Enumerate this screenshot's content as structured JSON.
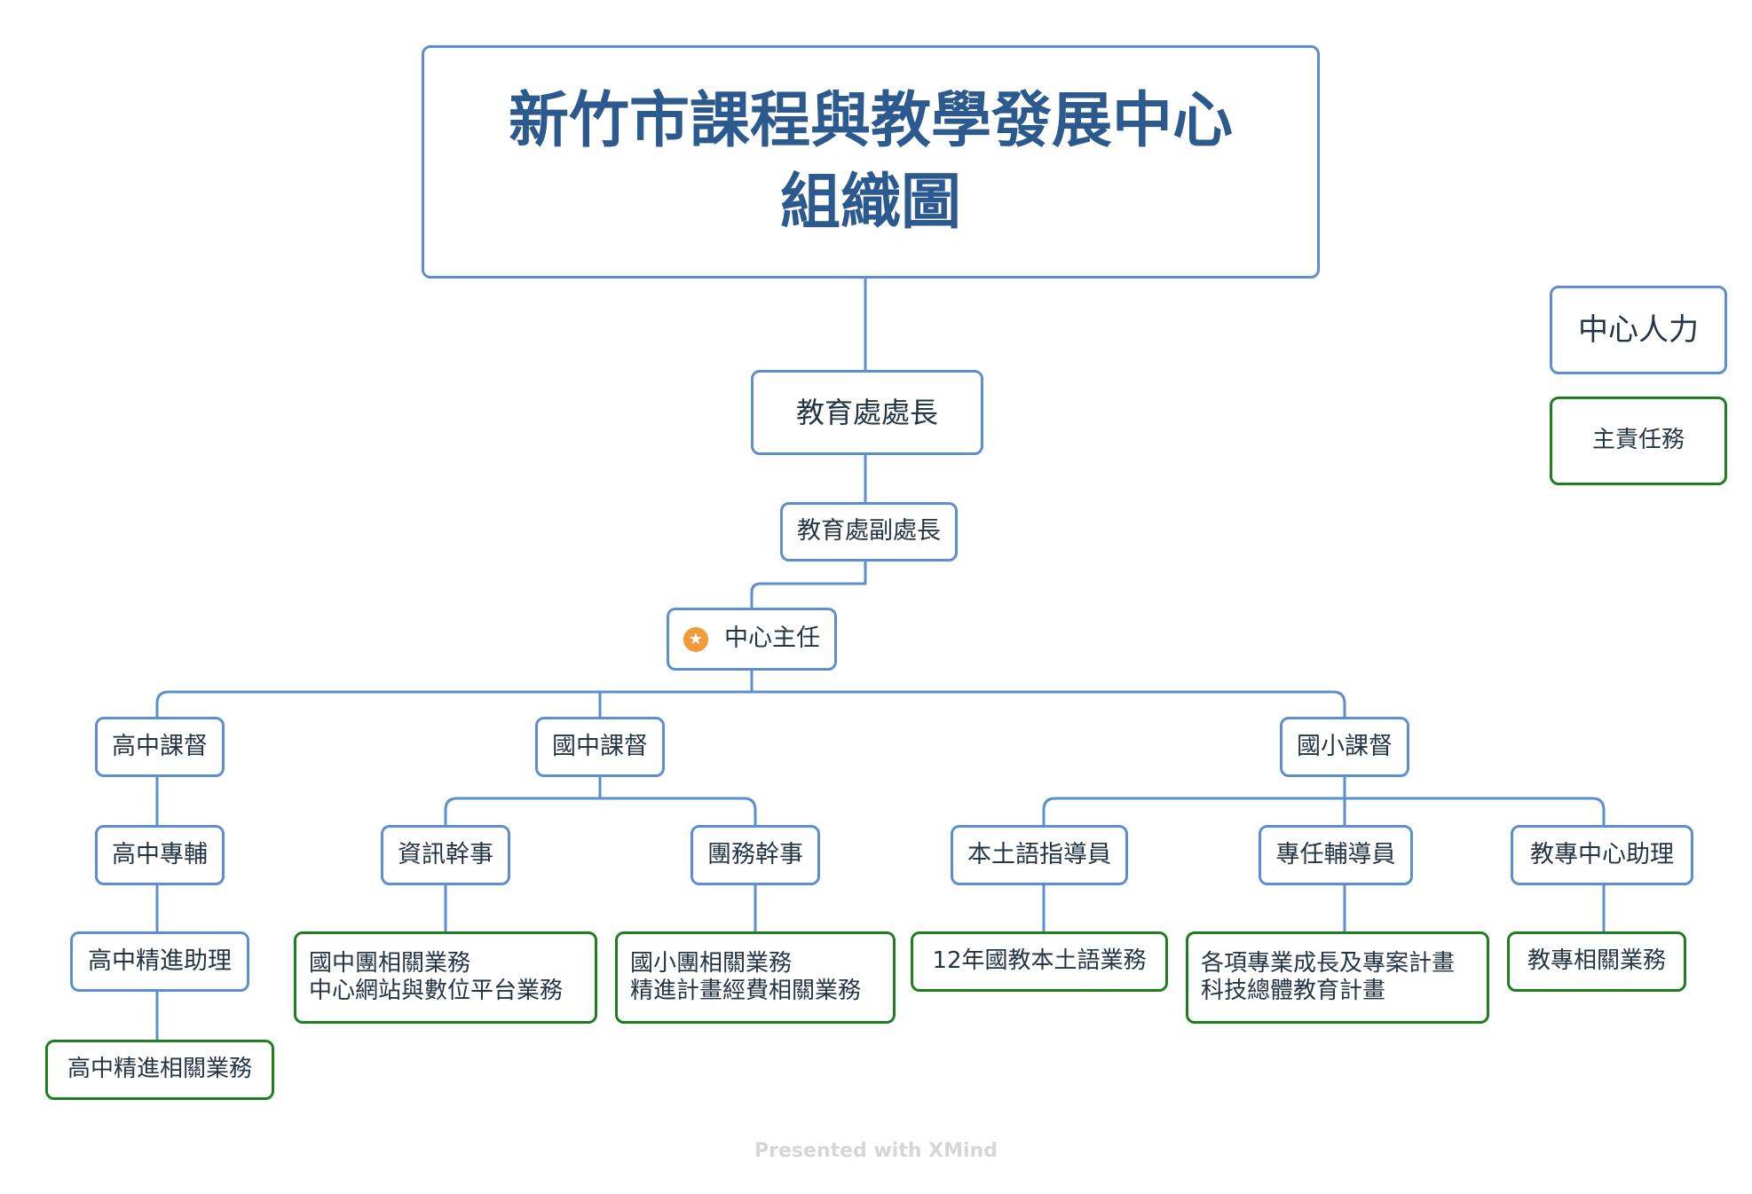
{
  "title": {
    "line1": "新竹市課程與教學發展中心",
    "line2": "組織圖"
  },
  "legend": {
    "staff": "中心人力",
    "task": "主責任務"
  },
  "nodes": {
    "director_general": "教育處處長",
    "deputy_director": "教育處副處長",
    "center_director": "中心主任",
    "hs_supervisor": "高中課督",
    "jh_supervisor": "國中課督",
    "es_supervisor": "國小課督",
    "hs_counselor": "高中專輔",
    "hs_assistant": "高中精進助理",
    "hs_task": "高中精進相關業務",
    "it_officer": "資訊幹事",
    "group_officer": "團務幹事",
    "it_task_1": "國中團相關業務",
    "it_task_2": "中心網站與數位平台業務",
    "group_task_1": "國小團相關業務",
    "group_task_2": "精進計畫經費相關業務",
    "local_lang_mentor": "本土語指導員",
    "fulltime_counselor": "專任輔導員",
    "center_assistant": "教專中心助理",
    "local_lang_task": "12年國教本土語業務",
    "counselor_task_1": "各項專業成長及專案計畫",
    "counselor_task_2": "科技總體教育計畫",
    "assistant_task": "教專相關業務"
  },
  "icons": {
    "center_director": "star-icon"
  },
  "colors": {
    "staff_border": "#5b8fd0",
    "task_border": "#1f7f1f",
    "title_text": "#2c5a8f",
    "star": "#f39a3a"
  },
  "footer": "Presented with XMind"
}
